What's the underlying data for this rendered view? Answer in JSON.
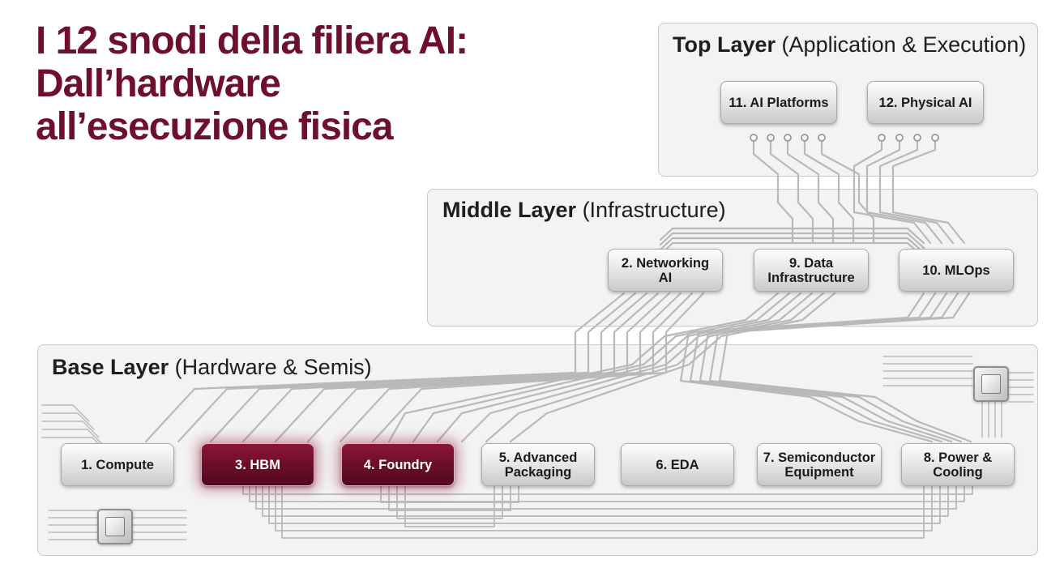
{
  "title": {
    "line1": "I 12 snodi della filiera AI:",
    "line2": "Dall’hardware",
    "line3": "all’esecuzione fisica"
  },
  "layers": {
    "top": {
      "name": "Top Layer",
      "subtitle": "(Application & Execution)"
    },
    "middle": {
      "name": "Middle Layer",
      "subtitle": "(Infrastructure)"
    },
    "base": {
      "name": "Base Layer",
      "subtitle": "(Hardware & Semis)"
    }
  },
  "nodes": {
    "n1": {
      "label": "1. Compute"
    },
    "n2": {
      "label": "2. Networking AI"
    },
    "n3": {
      "label": "3. HBM"
    },
    "n4": {
      "label": "4. Foundry"
    },
    "n5": {
      "label": "5. Advanced Packaging"
    },
    "n6": {
      "label": "6. EDA"
    },
    "n7": {
      "label": "7. Semiconductor Equipment"
    },
    "n8": {
      "label": "8. Power & Cooling"
    },
    "n9": {
      "label": "9. Data Infrastructure"
    },
    "n10": {
      "label": "10. MLOps"
    },
    "n11": {
      "label": "11. AI Platforms"
    },
    "n12": {
      "label": "12. Physical AI"
    }
  },
  "highlighted_nodes": [
    "3. HBM",
    "4. Foundry"
  ],
  "colors": {
    "accent": "#6e0f2c",
    "highlight_node": "#6a0d28",
    "wire": "#b9b9b9",
    "panel": "#f3f3f3"
  }
}
